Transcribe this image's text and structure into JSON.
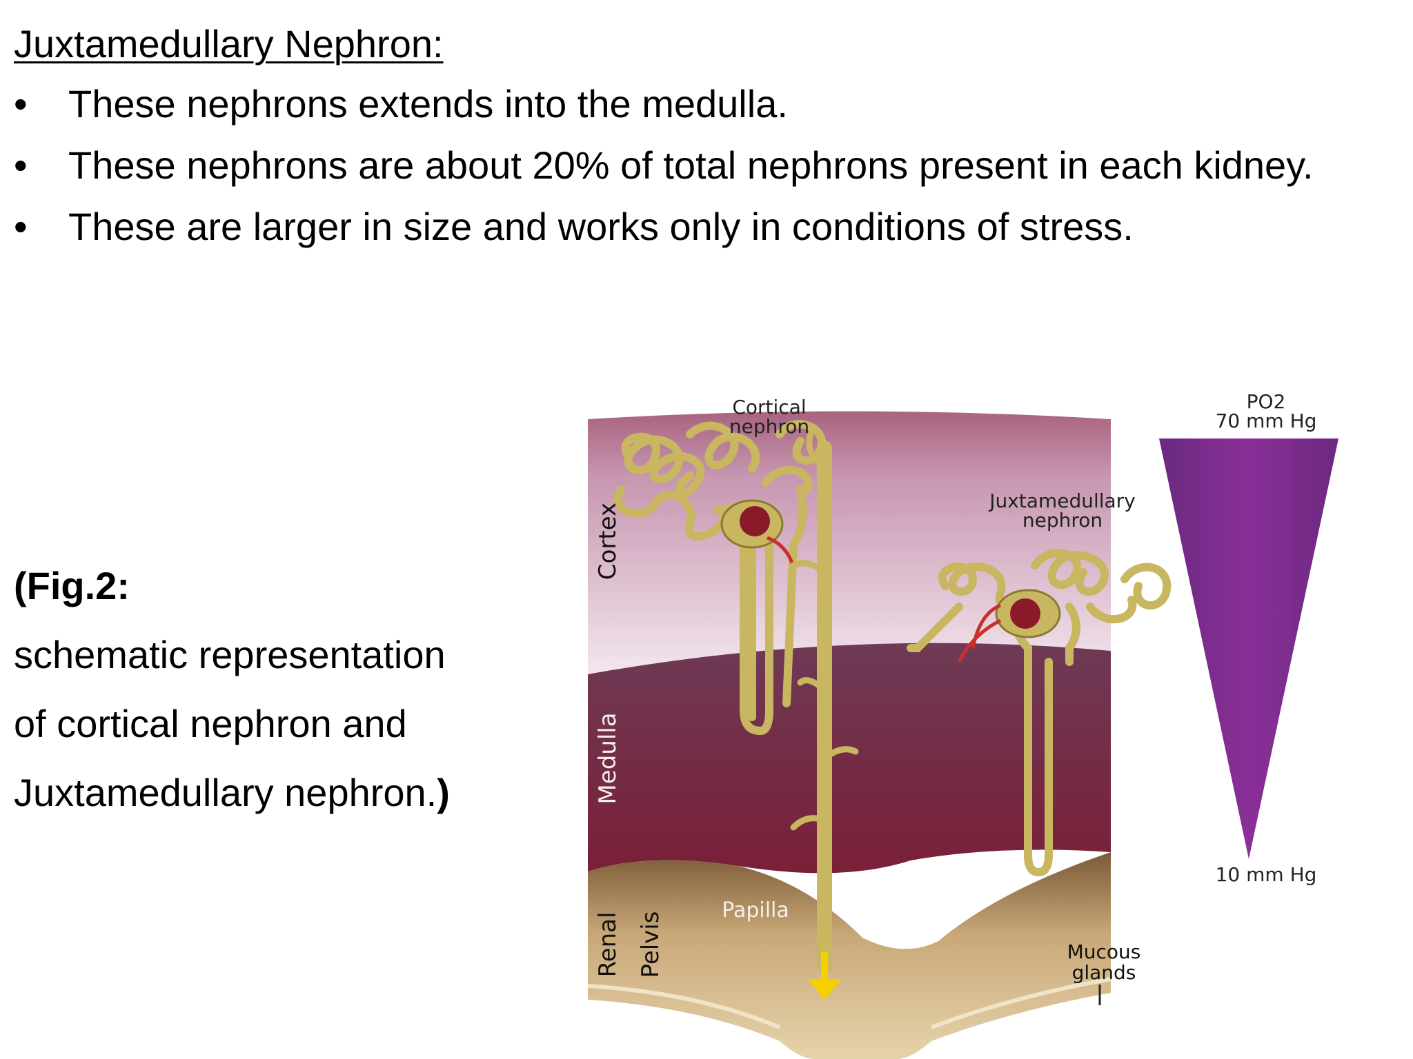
{
  "slide": {
    "heading": "Juxtamedullary Nephron:",
    "bullet_symbol": "•",
    "bullets": [
      "These nephrons extends into the medulla.",
      "These nephrons are about 20% of total nephrons present in each kidney.",
      "These are larger in size and works only in conditions of stress."
    ],
    "caption": {
      "label": "(Fig.2:",
      "lines": [
        "schematic representation",
        "of cortical nephron and",
        "Juxtamedullary nephron.",
        ")"
      ]
    }
  },
  "figure": {
    "labels": {
      "cortical_nephron": [
        "Cortical",
        "nephron"
      ],
      "juxtamedullary_nephron": [
        "Juxtamedullary",
        "nephron"
      ],
      "cortex": "Cortex",
      "medulla": "Medulla",
      "renal_pelvis": [
        "Renal",
        "Pelvis"
      ],
      "papilla": "Papilla",
      "mucous_glands": [
        "Mucous",
        "glands"
      ],
      "po2_title": "PO2",
      "po2_high": "70 mm Hg",
      "po2_low": "10 mm Hg"
    },
    "colors": {
      "cortex": "#c796b0",
      "medulla": "#7a1f38",
      "pelvis": "#c9a878",
      "tubule": "#c8b660",
      "gradient": "#7a2a8c",
      "arrow": "#f5d000",
      "vessel": "#c9302c"
    }
  }
}
